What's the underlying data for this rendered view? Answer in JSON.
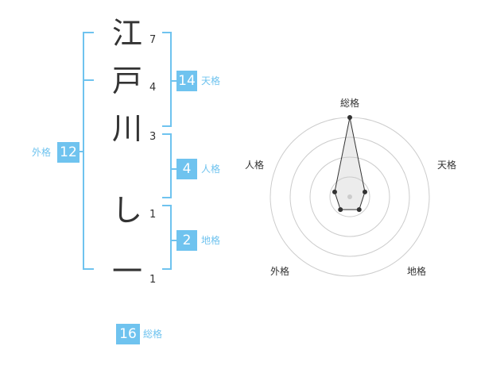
{
  "name": {
    "chars": [
      "江",
      "戸",
      "川",
      "し",
      "一"
    ],
    "strokes": [
      "7",
      "4",
      "3",
      "1",
      "1"
    ]
  },
  "scores": {
    "tenkaku": {
      "value": "14",
      "label": "天格"
    },
    "jinkaku": {
      "value": "4",
      "label": "人格"
    },
    "chikaku": {
      "value": "2",
      "label": "地格"
    },
    "gaikaku": {
      "value": "12",
      "label": "外格"
    },
    "soukaku": {
      "value": "16",
      "label": "総格"
    }
  },
  "radar": {
    "labels": {
      "top": "総格",
      "right": "天格",
      "bottom_right": "地格",
      "bottom_left": "外格",
      "left": "人格"
    },
    "levels": 5,
    "values": {
      "soukaku": 5,
      "tenkaku": 1,
      "chikaku": 1,
      "gaikaku": 1,
      "jinkaku": 1
    }
  }
}
